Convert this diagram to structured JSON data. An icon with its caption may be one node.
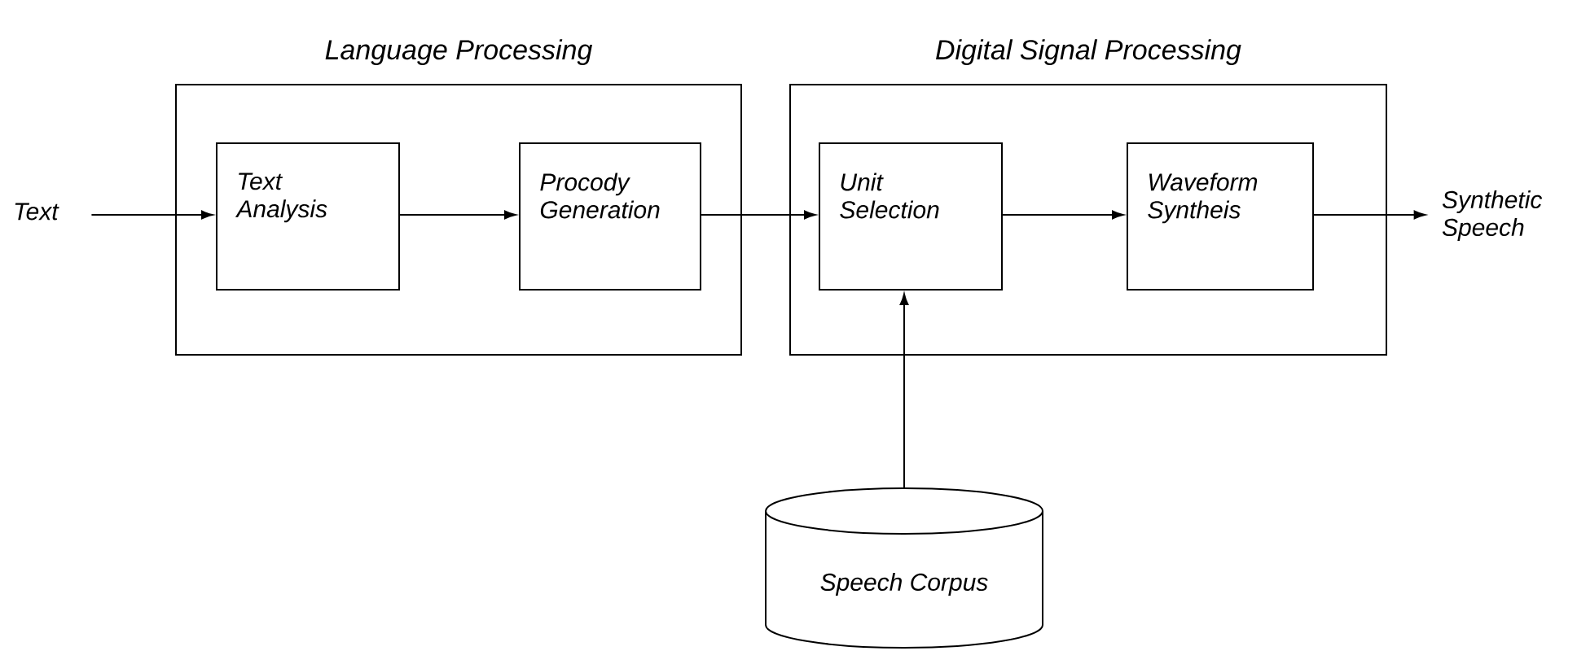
{
  "diagram": {
    "nodes": [
      {
        "text": [
          "Language Processing"
        ]
      },
      {
        "text": [
          "Text Analysis"
        ],
        "in": 0
      },
      {
        "text": [
          "Procody Generation"
        ],
        "in": 0
      },
      {
        "text": [
          "Digital Signal Processing"
        ]
      },
      {
        "text": [
          "Unit Selection"
        ],
        "in": 3
      },
      {
        "text": [
          "Waveform Syntheis"
        ],
        "in": 3
      },
      {
        "text": [
          "Speech Corpus"
        ]
      },
      {
        "text": [
          "Text"
        ]
      },
      {
        "text": [
          "Synthetic Speech"
        ]
      }
    ],
    "edges": [
      {
        "from": 7,
        "to": 1,
        "arrow": "to"
      },
      {
        "from": 1,
        "to": 2,
        "arrow": "to"
      },
      {
        "from": 2,
        "to": 4,
        "arrow": "to"
      },
      {
        "from": 4,
        "to": 5,
        "arrow": "to"
      },
      {
        "from": 5,
        "to": 8,
        "arrow": "to"
      },
      {
        "from": 6,
        "to": 4,
        "arrow": "to"
      }
    ]
  }
}
